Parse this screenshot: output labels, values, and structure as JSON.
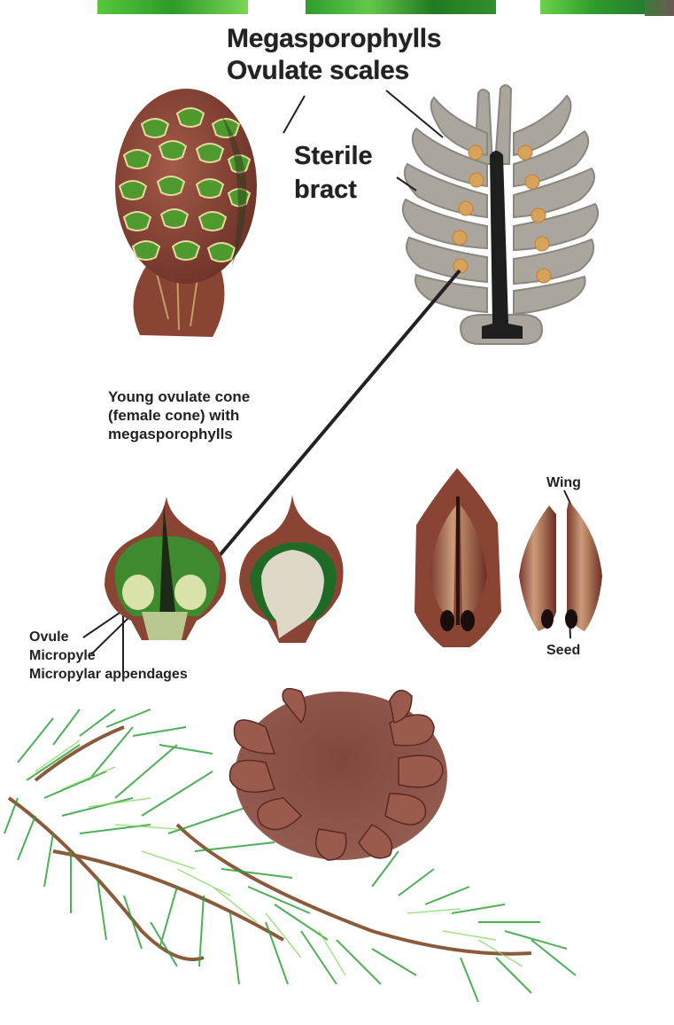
{
  "figure": {
    "title_line1": "Megasporophylls",
    "title_line2": "Ovulate scales",
    "labels": {
      "sterile_bract_line1": "Sterile",
      "sterile_bract_line2": "bract",
      "young_cone_line1": "Young ovulate cone",
      "young_cone_line2": "(female cone) with",
      "young_cone_line3": "megasporophylls",
      "ovule": "Ovule",
      "micropyle": "Micropyle",
      "micropylar_appendages": "Micropylar appendages",
      "wing": "Wing",
      "seed": "Seed"
    },
    "colors": {
      "cone_brown": "#8b4a3a",
      "scale_green": "#3f8f2a",
      "section_gray": "#a8a49c",
      "axis_black": "#1e1e1e",
      "ovule_orange": "#d7a25a",
      "needle_green": "#2fa23a"
    }
  }
}
